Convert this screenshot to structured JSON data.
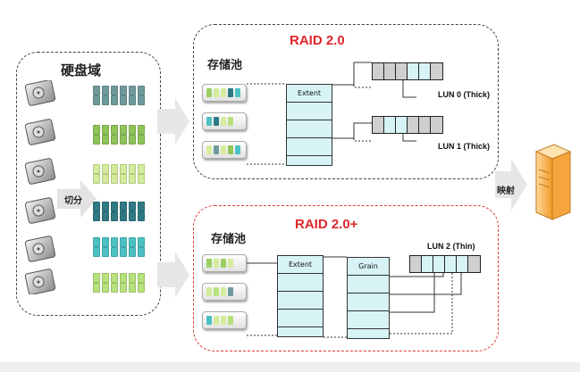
{
  "disk_domain": {
    "label": "硬盘域",
    "split_label": "切分"
  },
  "raid20": {
    "title": "RAID 2.0",
    "pool_label": "存储池",
    "extent_label": "Extent",
    "luns": [
      "LUN 0 (Thick)",
      "LUN 1 (Thick)"
    ]
  },
  "raid20plus": {
    "title": "RAID 2.0+",
    "pool_label": "存储池",
    "extent_label": "Extent",
    "grain_label": "Grain",
    "luns": [
      "LUN 2 (Thin)"
    ]
  },
  "mapping_label": "映射",
  "colors": {
    "chunk_row_colors": [
      "#6f9a9c",
      "#8fc45a",
      "#d4ec9b",
      "#2f7a84",
      "#4cc1c4",
      "#b7e27c"
    ],
    "extent_fill": "#d7f3f6",
    "raid_title": "#e0262a",
    "server": "#f5a53c"
  },
  "icons": [
    "hard-disk-icon",
    "server-icon",
    "arrow-icon"
  ]
}
